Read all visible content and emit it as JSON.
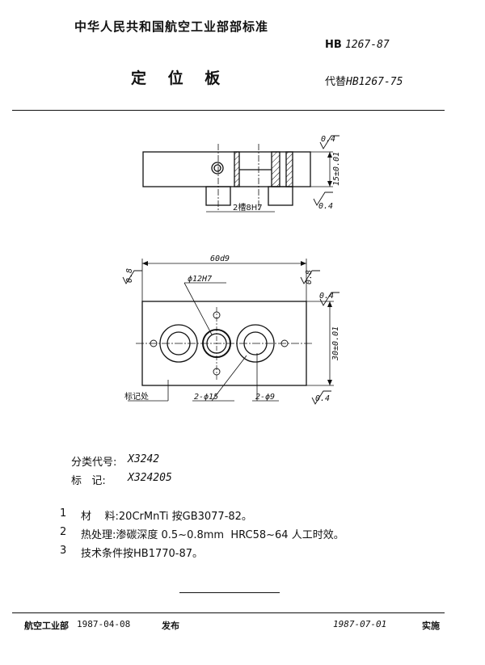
{
  "header": {
    "organization": "中华人民共和国航空工业部部标准",
    "standard_prefix": "HB",
    "standard_number": "1267-87",
    "title": "定 位 板",
    "replaces_prefix": "代替",
    "replaces_number": "HB1267-75"
  },
  "drawing": {
    "top_view": {
      "roughness_top": "0.4",
      "height_dim": "15±0.01",
      "slot_label": "2槽8H7",
      "roughness_bottom": "0.4"
    },
    "plan_view": {
      "width_dim": "60d9",
      "roughness_left": "0.8",
      "roughness_right": "0.8",
      "hole_label": "ϕ12H7",
      "roughness_side": "0.4",
      "height_dim": "30±0.01",
      "marking_label": "标记处",
      "counterbore_label": "2-ϕ15",
      "small_hole_label": "2-ϕ9",
      "roughness_bottom": "0.4"
    }
  },
  "classification": {
    "code_label": "分类代号:",
    "code_value": "X3242",
    "mark_label": "标   记:",
    "mark_value": "X324205"
  },
  "notes": [
    {
      "num": "1",
      "text": "材    料:20CrMnTi 按GB3077-82。"
    },
    {
      "num": "2",
      "text": "热处理:渗碳深度 0.5~0.8mm  HRC58~64 人工时效。"
    },
    {
      "num": "3",
      "text": "技术条件按HB1770-87。"
    }
  ],
  "footer": {
    "publisher": "航空工业部",
    "issue_date": "1987-04-08",
    "issue_label": "发布",
    "effective_date": "1987-07-01",
    "effective_label": "实施"
  }
}
